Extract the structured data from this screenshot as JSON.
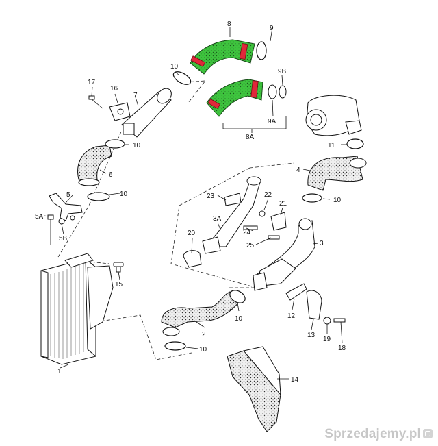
{
  "labels": {
    "l1": "1",
    "l2": "2",
    "l3": "3",
    "l4": "4",
    "l5": "5",
    "l5a": "5A",
    "l5b": "5B",
    "l6": "6",
    "l7": "7",
    "l8": "8",
    "l8a": "8A",
    "l9": "9",
    "l9a": "9A",
    "l9b": "9B",
    "l10a": "10",
    "l10b": "10",
    "l10c": "10",
    "l10d": "10",
    "l10e": "10",
    "l10f": "10",
    "l11": "11",
    "l12": "12",
    "l13": "13",
    "l14": "14",
    "l15": "15",
    "l16": "16",
    "l17": "17",
    "l18": "18",
    "l19": "19",
    "l20": "20",
    "l21": "21",
    "l22": "22",
    "l23": "23",
    "l24": "24",
    "l25": "25",
    "l3a": "3A"
  },
  "colors": {
    "highlight_hose": "#3ec43e",
    "highlight_ring": "#e0283a",
    "line": "#111111"
  },
  "watermark": {
    "text": "Sprzedajemy.pl"
  }
}
